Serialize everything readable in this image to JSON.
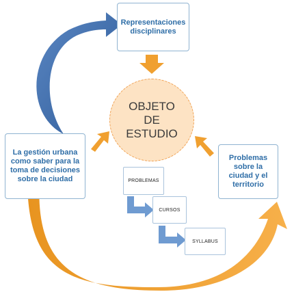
{
  "diagram": {
    "top_box": "Representaciones disciplinares",
    "left_box": "La gestión urbana como saber para la toma de decisiones sobre la ciudad",
    "right_box": "Problemas sobre la ciudad y el territorio",
    "center": [
      "OBJETO",
      "DE",
      "ESTUDIO"
    ],
    "steps": [
      "PROBLEMAS",
      "CURSOS",
      "SYLLABUS"
    ]
  },
  "colors": {
    "blue_arrow": "#3d6aa8",
    "orange_arrow": "#f0a030",
    "box_text": "#2f6ea7",
    "center_fill": "#fde3c4",
    "step_arrow": "#6f9bd1"
  }
}
